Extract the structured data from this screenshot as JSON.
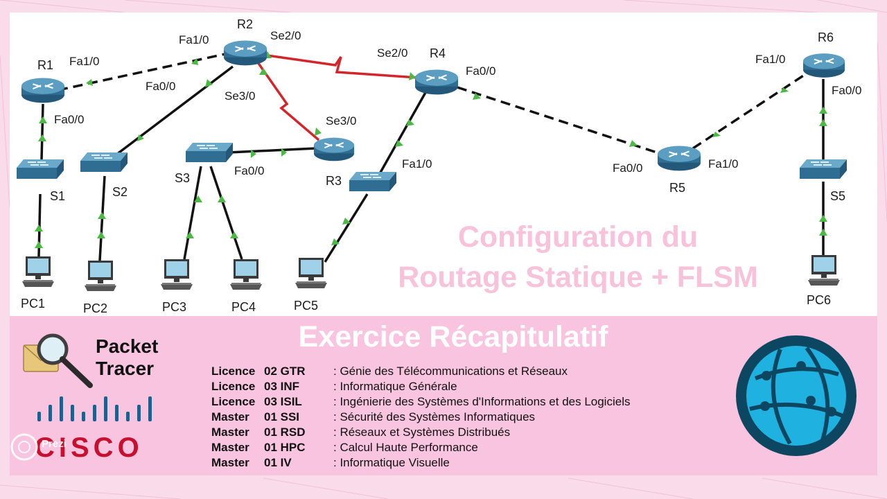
{
  "diagram": {
    "devices": {
      "r1": "R1",
      "r2": "R2",
      "r3": "R3",
      "r4": "R4",
      "r5": "R5",
      "r6": "R6",
      "s1": "S1",
      "s2": "S2",
      "s3": "S3",
      "s5": "S5",
      "pc1": "PC1",
      "pc2": "PC2",
      "pc3": "PC3",
      "pc4": "PC4",
      "pc5": "PC5",
      "pc6": "PC6"
    },
    "interfaces": {
      "r1_fa10": "Fa1/0",
      "r1_fa00": "Fa0/0",
      "r2_fa10": "Fa1/0",
      "r2_se20": "Se2/0",
      "r2_fa00": "Fa0/0",
      "r2_se30": "Se3/0",
      "r3_se30": "Se3/0",
      "r3_fa00": "Fa0/0",
      "r4_se20": "Se2/0",
      "r4_fa00": "Fa0/0",
      "r4_fa10": "Fa1/0",
      "r5_fa00": "Fa0/0",
      "r5_fa10": "Fa1/0",
      "r6_fa10": "Fa1/0",
      "r6_fa00": "Fa0/0"
    },
    "title_line1": "Configuration du",
    "title_line2": "Routage Statique + FLSM"
  },
  "banner": {
    "title": "Exercice Récapitulatif",
    "packet_tracer": "Packet Tracer",
    "cisco": "CISCO",
    "prezi": "Prezi",
    "curricula": [
      {
        "level": "Licence",
        "code": "02 GTR",
        "desc": ": Génie des Télécommunications et Réseaux"
      },
      {
        "level": "Licence",
        "code": "03 INF",
        "desc": ": Informatique Générale"
      },
      {
        "level": "Licence",
        "code": "03 ISIL",
        "desc": ": Ingénierie des Systèmes d'Informations et des Logiciels"
      },
      {
        "level": "Master",
        "code": "01 SSI",
        "desc": ": Sécurité des Systèmes Informatiques"
      },
      {
        "level": "Master",
        "code": "01 RSD",
        "desc": ": Réseaux et Systèmes Distribués"
      },
      {
        "level": "Master",
        "code": "01 HPC",
        "desc": ": Calcul Haute Performance"
      },
      {
        "level": "Master",
        "code": "01 IV",
        "desc": ": Informatique Visuelle"
      }
    ]
  },
  "colors": {
    "serial_link": "#d3252b",
    "ethernet_link": "#111111",
    "link_indicator": "#4cb944",
    "router_body": "#3c7fa0",
    "title_pink": "#f7c2da",
    "banner_bg": "#f8c4df",
    "globe": "#1fb2e0",
    "cisco_red": "#c8102e"
  }
}
